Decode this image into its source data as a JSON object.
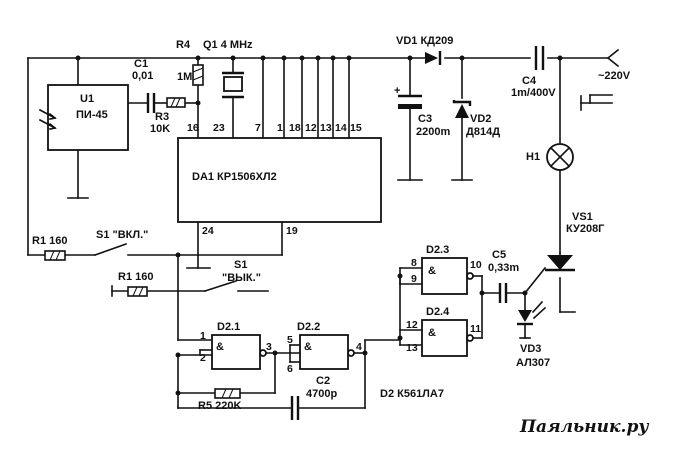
{
  "components": {
    "u1": {
      "ref": "U1",
      "name": "ПИ-45"
    },
    "c1": {
      "ref": "C1",
      "value": "0,01"
    },
    "r3": {
      "ref": "R3",
      "value": "10K"
    },
    "r4": {
      "ref": "R4",
      "value": "1M"
    },
    "q1": {
      "label": "Q1 4 MHz"
    },
    "da1": {
      "label": "DA1 КР1506ХЛ2"
    },
    "vd1": {
      "label": "VD1 КД209"
    },
    "c3": {
      "ref": "C3",
      "value": "2200m"
    },
    "vd2": {
      "ref": "VD2",
      "value": "Д814Д"
    },
    "c4": {
      "ref": "C4",
      "value": "1m/400V"
    },
    "mains": {
      "label": "~220V"
    },
    "h1": {
      "ref": "H1"
    },
    "vs1": {
      "ref": "VS1",
      "value": "КУ208Г"
    },
    "r1_on": {
      "label": "R1 160"
    },
    "s1_on": {
      "label": "S1 \"ВКЛ.\""
    },
    "r1_off": {
      "label": "R1 160"
    },
    "s1_off": {
      "ref": "S1",
      "value": "\"ВЫК.\""
    },
    "d2_1": {
      "label": "D2.1"
    },
    "d2_2": {
      "label": "D2.2"
    },
    "d2_3": {
      "label": "D2.3"
    },
    "d2_4": {
      "label": "D2.4"
    },
    "c5": {
      "ref": "C5",
      "value": "0,33m"
    },
    "vd3": {
      "ref": "VD3",
      "value": "АЛ307"
    },
    "c2": {
      "ref": "C2",
      "value": "4700p"
    },
    "r5": {
      "label": "R5 220K"
    },
    "d2": {
      "label": "D2 К561ЛА7"
    }
  },
  "pins": {
    "da1_top": [
      "16",
      "23",
      "7",
      "1",
      "18",
      "12",
      "13",
      "14",
      "15"
    ],
    "da1_bottom": [
      "24",
      "19"
    ],
    "d2_1": [
      "1",
      "2",
      "3"
    ],
    "d2_2": [
      "5",
      "6",
      "4"
    ],
    "d2_3": [
      "8",
      "9",
      "10"
    ],
    "d2_4": [
      "12",
      "13",
      "11"
    ]
  },
  "gate_symbol": "&",
  "watermark": "Паяльник.ру"
}
